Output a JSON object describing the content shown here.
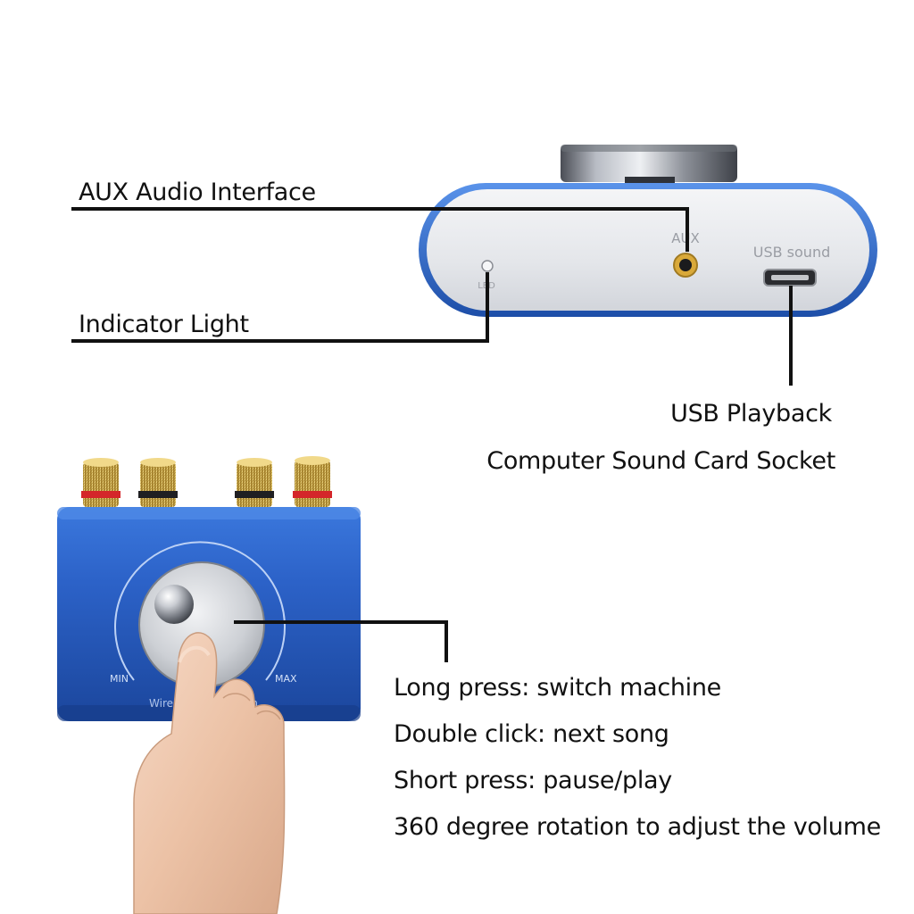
{
  "labels": {
    "aux_audio_interface": "AUX Audio Interface",
    "indicator_light": "Indicator Light",
    "usb_playback": "USB Playback",
    "computer_sound_card_socket": "Computer Sound Card Socket"
  },
  "controls": {
    "long_press": "Long press: switch machine",
    "double_click": "Double click: next song",
    "short_press": "Short press: pause/play",
    "rotation": "360 degree rotation to adjust the volume"
  },
  "device_markings": {
    "aux": "AUX",
    "usb_sound": "USB sound",
    "led": "LED",
    "min": "MIN",
    "max": "MAX",
    "front_text": "Wireless Connection"
  },
  "colors": {
    "device_blue": "#2a5fc4",
    "panel_silver": "#e7e8ec",
    "binding_post_gold": "#c9a33a",
    "post_ring_red": "#d4262a",
    "leader_line": "#111111"
  }
}
